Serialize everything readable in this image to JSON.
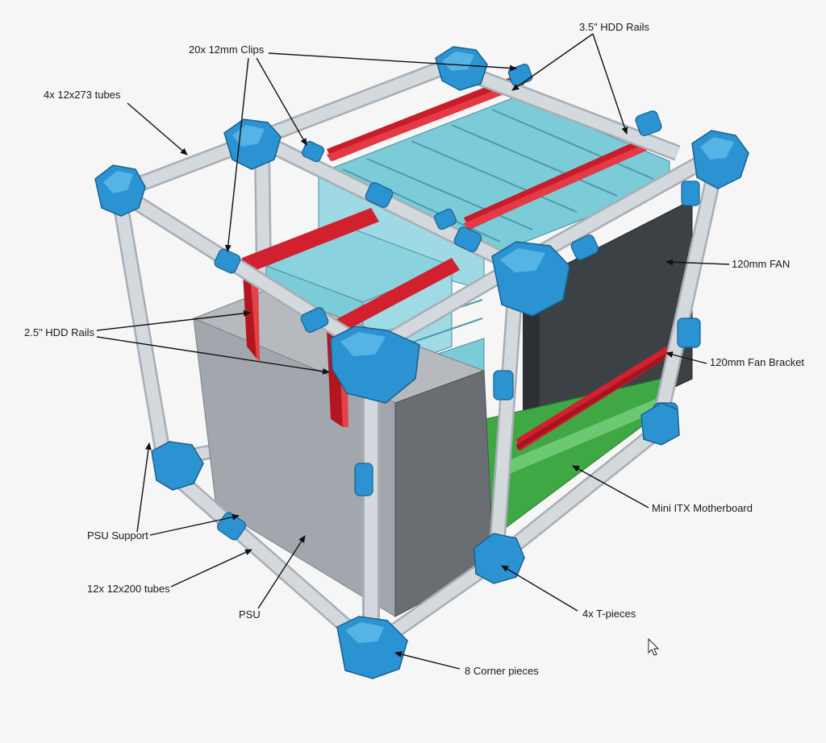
{
  "labels": {
    "hdd35_rails": "3.5\" HDD Rails",
    "clips": "20x 12mm Clips",
    "tubes_273": "4x 12x273 tubes",
    "fan": "120mm FAN",
    "hdd25_rails": "2.5\" HDD Rails",
    "fan_bracket": "120mm Fan Bracket",
    "motherboard": "Mini ITX Motherboard",
    "psu_support": "PSU Support",
    "tubes_200": "12x 12x200 tubes",
    "psu": "PSU",
    "tpieces": "4x T-pieces",
    "corners": "8 Corner pieces"
  },
  "colors": {
    "background": "#f6f6f6",
    "tube": "#d6dbe0",
    "connector": "#2b93d1",
    "rail": "#d2202e",
    "drive": "#7ccbd8",
    "psu": "#a2a7ad",
    "fan": "#3c4146",
    "motherboard": "#3fa845"
  },
  "icons": {
    "cursor": "mouse-pointer-icon"
  }
}
